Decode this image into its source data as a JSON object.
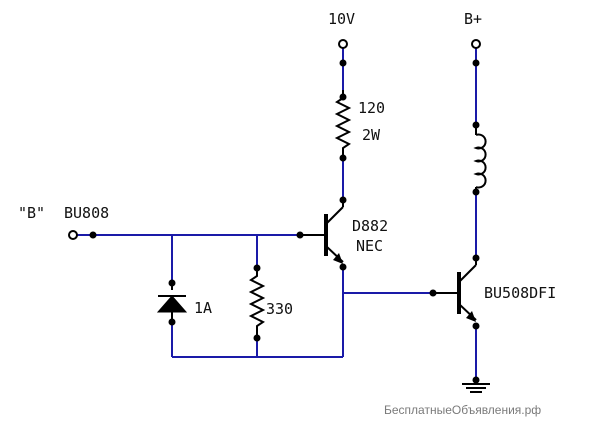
{
  "labels": {
    "supply_10v": "10V",
    "supply_bplus": "B+",
    "input_b": "\"B\"",
    "input_ref": "BU808",
    "resistor_value": "120",
    "resistor_power": "2W",
    "driver_transistor": "D882",
    "driver_maker": "NEC",
    "diode": "1A",
    "base_resistor": "330",
    "output_transistor": "BU508DFI"
  },
  "watermark": "БесплатныеОбъявления.рф",
  "colors": {
    "wire": "#1a1aa8",
    "component": "#000000",
    "watermark": "#7a7a7a"
  }
}
